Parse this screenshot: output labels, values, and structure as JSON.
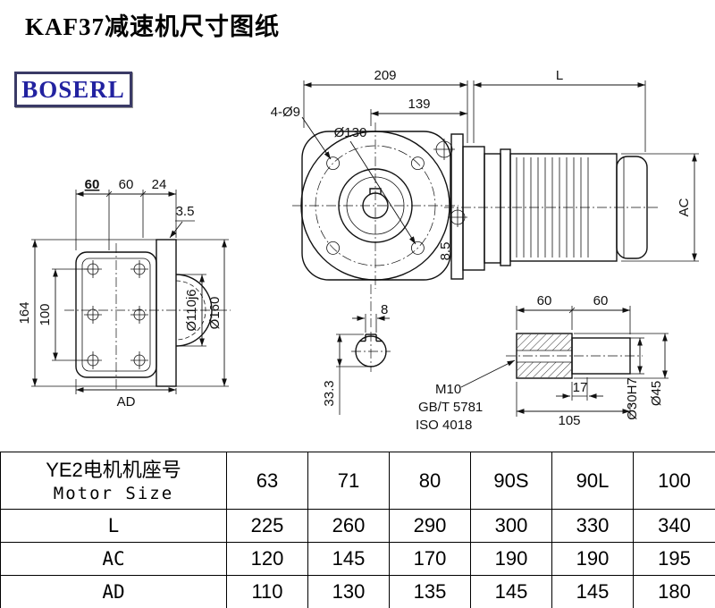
{
  "title": "KAF37减速机尺寸图纸",
  "logo": {
    "text": "BOSERL"
  },
  "drawing": {
    "labels": {
      "d209": "209",
      "dL": "L",
      "d4o9": "4-Ø9",
      "d139": "139",
      "dO130": "Ø130",
      "d60a": "60",
      "d60b": "60",
      "d24": "24",
      "d3_5": "3.5",
      "dAC": "AC",
      "d8_5": "8.5",
      "d164": "164",
      "d100": "100",
      "dO110": "Ø110j6",
      "dO160": "Ø160",
      "dAD": "AD",
      "d8": "8",
      "d33_3": "33.3",
      "m10": "M10",
      "gb": "GB/T 5781",
      "iso": "ISO 4018",
      "d60c": "60",
      "d60d": "60",
      "d17": "17",
      "d105": "105",
      "dO30": "Ø30H7",
      "dO45": "Ø45"
    }
  },
  "table": {
    "row_header": {
      "cn": "YE2电机机座号",
      "en": "Motor Size"
    },
    "motor_sizes": [
      "63",
      "71",
      "80",
      "90S",
      "90L",
      "100"
    ],
    "rows": [
      {
        "label": "L",
        "values": [
          "225",
          "260",
          "290",
          "300",
          "330",
          "340"
        ]
      },
      {
        "label": "AC",
        "values": [
          "120",
          "145",
          "170",
          "190",
          "190",
          "195"
        ]
      },
      {
        "label": "AD",
        "values": [
          "110",
          "130",
          "135",
          "145",
          "145",
          "180"
        ]
      }
    ]
  },
  "colors": {
    "logo_text": "#2222a0",
    "logo_border": "#3a3a66",
    "line": "#111111"
  }
}
